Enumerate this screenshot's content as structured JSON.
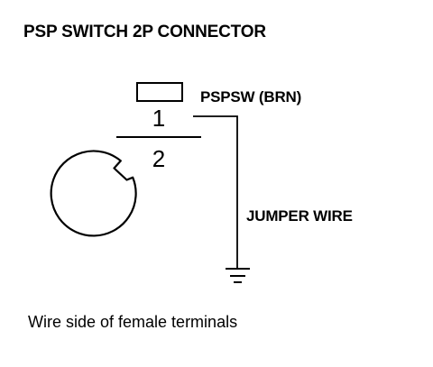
{
  "diagram": {
    "title": "PSP SWITCH 2P CONNECTOR",
    "connector": {
      "pins": [
        {
          "number": "1"
        },
        {
          "number": "2"
        }
      ]
    },
    "wire_label": "PSPSW (BRN)",
    "jumper_label": "JUMPER WIRE",
    "caption": "Wire side of female terminals",
    "symbols": {
      "ground": "ground-icon"
    },
    "colors": {
      "ink": "#000000",
      "background": "#ffffff"
    }
  }
}
